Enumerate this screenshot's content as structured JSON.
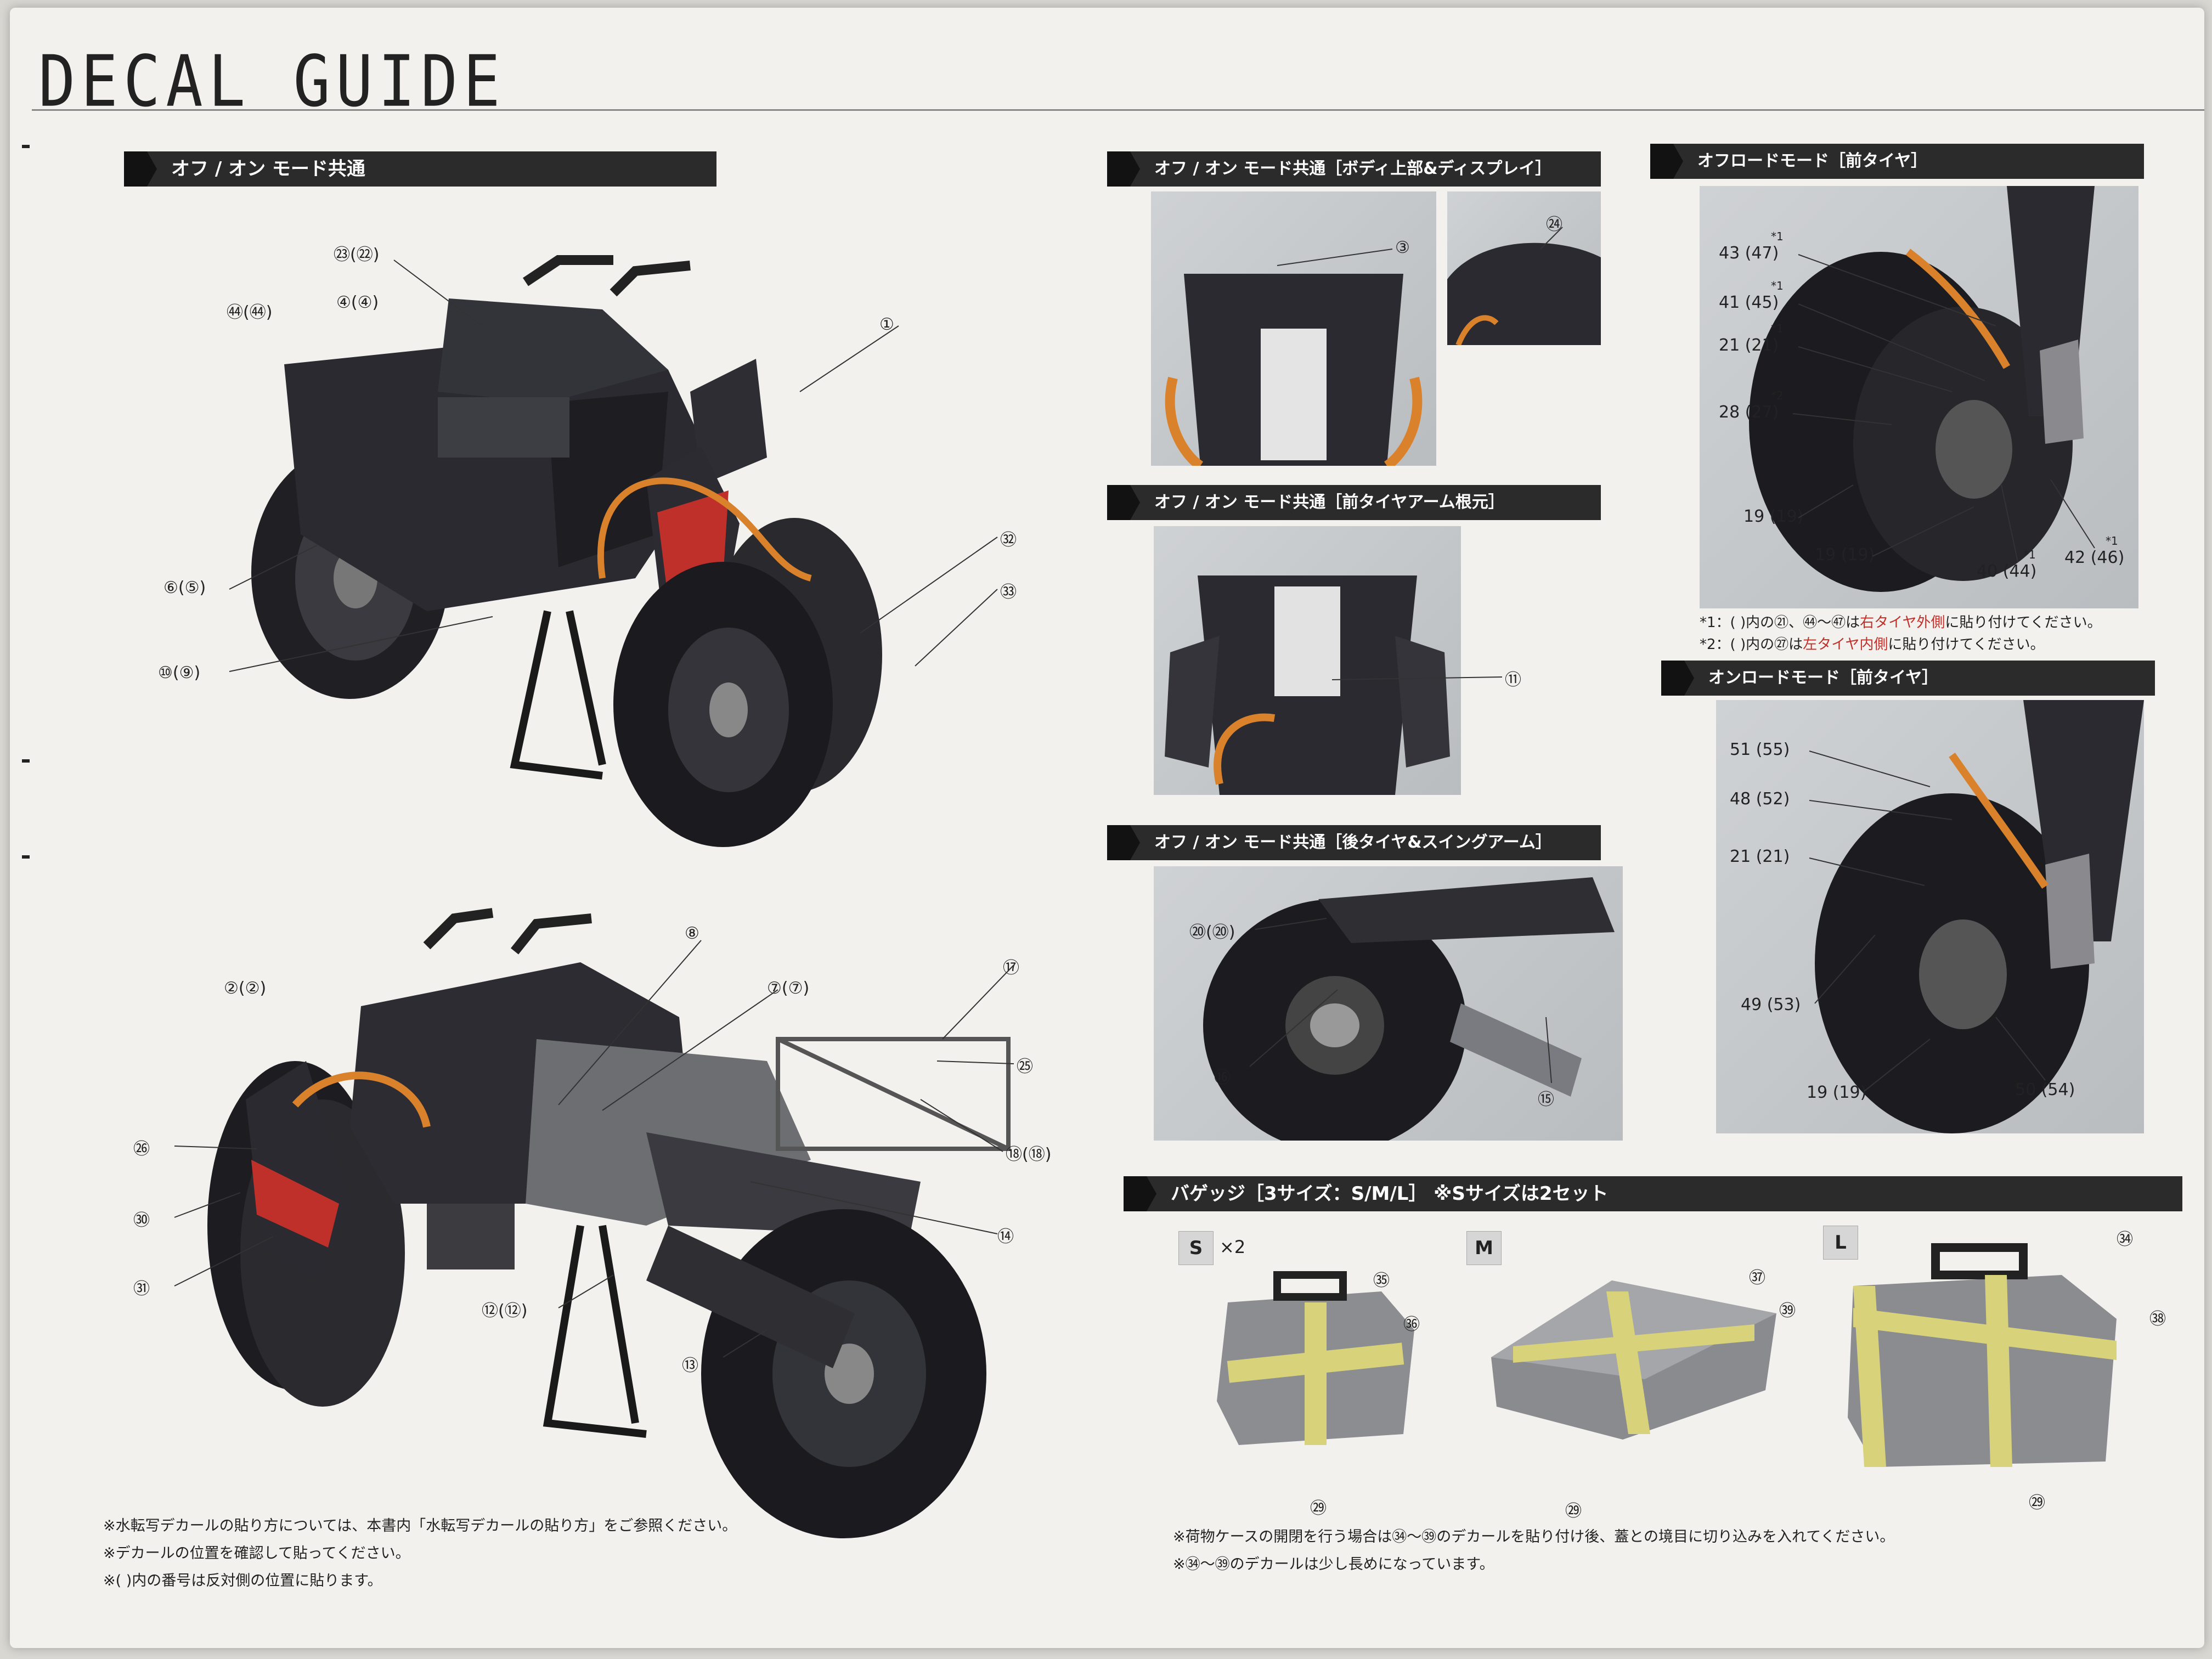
{
  "title": "DECAL GUIDE",
  "sections": {
    "common": "オフ / オン モード共通",
    "body_top": "オフ / オン モード共通［ボディ上部&ディスプレイ］",
    "front_arm": "オフ / オン モード共通［前タイヤアーム根元］",
    "rear": "オフ / オン モード共通［後タイヤ&スイングアーム］",
    "offroad": "オフロードモード［前タイヤ］",
    "onroad": "オンロードモード［前タイヤ］",
    "luggage": "バゲッジ［3サイズ：S/M/L］ ※Sサイズは2セット"
  },
  "labels": {
    "bike1": [
      "㉓(㉒)",
      "㊹(㊹)",
      "④(④)",
      "①",
      "⑥(⑤)",
      "⑩(⑨)",
      "㉜",
      "㉝"
    ],
    "bike2": [
      "②(②)",
      "⑧",
      "⑦(⑦)",
      "⑰",
      "㉕",
      "⑱(⑱)",
      "㉖",
      "㉚",
      "㉛",
      "⑭",
      "⑫(⑫)",
      "⑬"
    ],
    "body_top": [
      "③",
      "㉔"
    ],
    "front_arm": [
      "⑪"
    ],
    "rear": [
      "⑳(⑳)",
      "⑯",
      "⑮"
    ],
    "offroad": [
      "43 (47)",
      "41 (45)",
      "21 (21)",
      "28 (27)",
      "19 (19)",
      "19 (19)",
      "40 (44)",
      "42 (46)"
    ],
    "offroad_marks": [
      "*1",
      "*1",
      "*1",
      "*2",
      "*1",
      "*1"
    ],
    "onroad": [
      "51 (55)",
      "48 (52)",
      "21 (21)",
      "49 (53)",
      "19 (19)",
      "50 (54)"
    ],
    "luggage_s": [
      "㉟",
      "㊱",
      "㉙"
    ],
    "luggage_m": [
      "㊲",
      "㊴",
      "㉙"
    ],
    "luggage_l": [
      "㉞",
      "㊳",
      "㉙"
    ]
  },
  "offroad_notes": {
    "n1_a": "*1：( )内の㉑、㊹～㊼は",
    "n1_red": "右タイヤ外側",
    "n1_b": "に貼り付けてください。",
    "n2_a": "*2：( )内の㉗は",
    "n2_red": "左タイヤ内側",
    "n2_b": "に貼り付けてください。"
  },
  "luggage": {
    "s": "S",
    "s_count": "×2",
    "m": "M",
    "l": "L"
  },
  "notes_left": [
    "※水転写デカールの貼り方については、本書内「水転写デカールの貼り方」をご参照ください。",
    "※デカールの位置を確認して貼ってください。",
    "※( )内の番号は反対側の位置に貼ります。"
  ],
  "notes_right": [
    "※荷物ケースの開閉を行う場合は㉞～㊴のデカールを貼り付け後、蓋との境目に切り込みを入れてください。",
    "※㉞～㊴のデカールは少し長めになっています。"
  ],
  "colors": {
    "header_bg": "#2b2b2b",
    "accent_red": "#c0302a",
    "tape_yellow": "#d8d27a",
    "bike_dark": "#2a2a30",
    "accent_orange": "#d9822b"
  }
}
